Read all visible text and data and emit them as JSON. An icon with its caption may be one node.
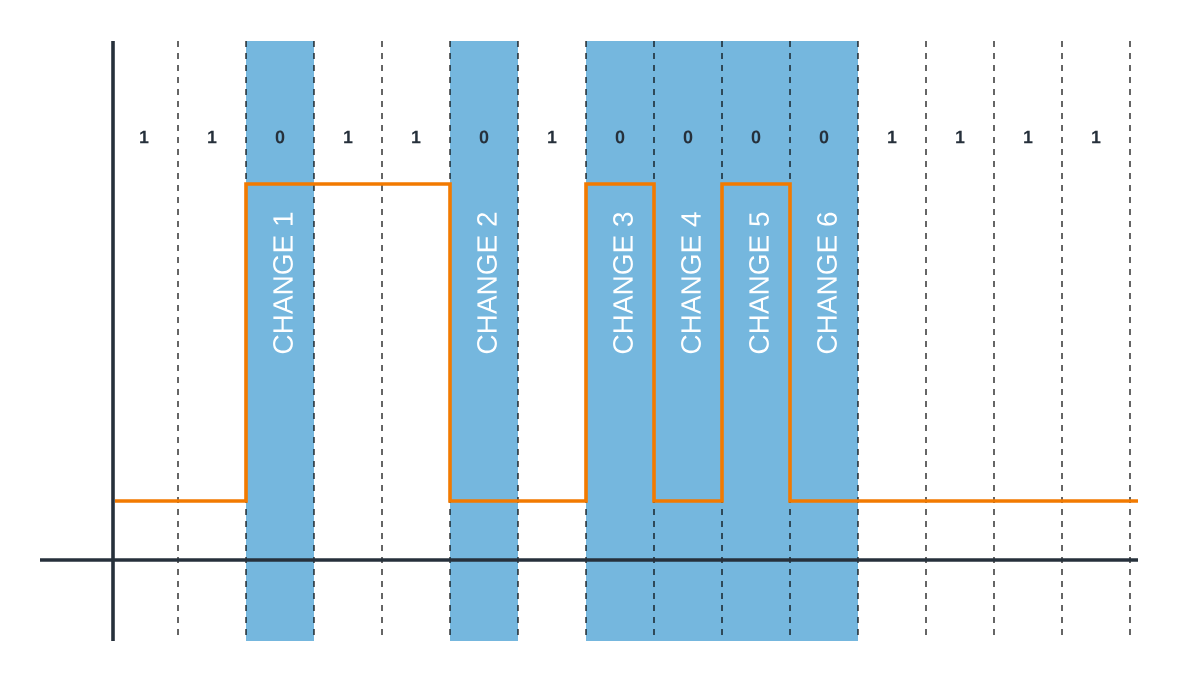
{
  "diagram": {
    "nodes": [
      {
        "text": [
          "0",
          "CHANGE 1"
        ]
      },
      {
        "text": [
          "0",
          "CHANGE 2"
        ]
      },
      {
        "text": [
          "0",
          "CHANGE 3"
        ]
      },
      {
        "text": [
          "0",
          "CHANGE 4"
        ]
      },
      {
        "text": [
          "0",
          "CHANGE 5"
        ]
      },
      {
        "text": [
          "0",
          "CHANGE 6"
        ]
      }
    ],
    "labels": [
      "1",
      "1",
      "1",
      "1",
      "1",
      "1",
      "1",
      "1",
      "1"
    ]
  }
}
